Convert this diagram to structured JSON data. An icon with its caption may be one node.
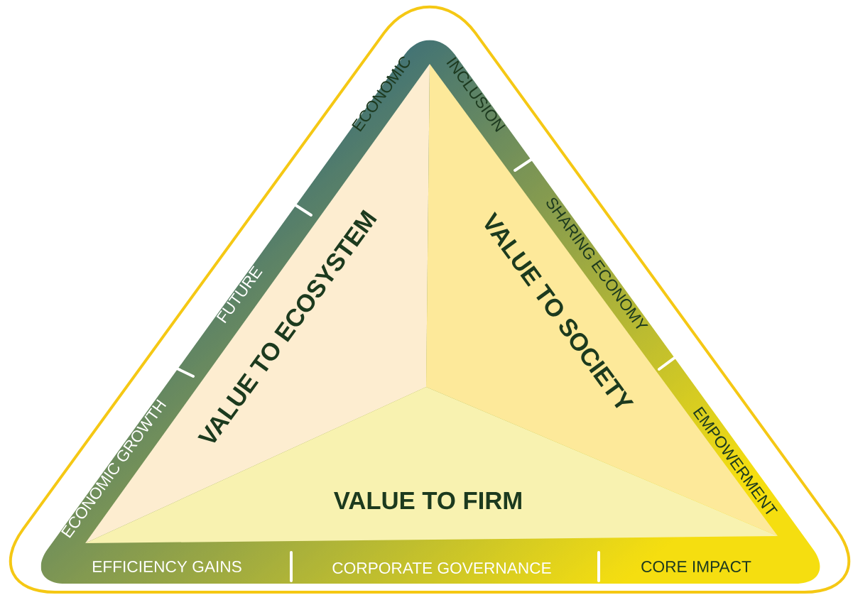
{
  "diagram": {
    "nodes": [
      {
        "text": [
          "VALUE TO ECOSYSTEM"
        ]
      },
      {
        "text": [
          "VALUE TO SOCIETY"
        ]
      },
      {
        "text": [
          "VALUE TO FIRM"
        ]
      }
    ],
    "labels": [
      "ECONOMIC",
      "INCLUSION",
      "FUTURE",
      "SHARING ECONOMY",
      "ECONOMIC GROWTH",
      "EMPOWERMENT",
      "EFFICIENCY GAINS",
      "CORPORATE GOVERNANCE",
      "CORE IMPACT"
    ]
  }
}
